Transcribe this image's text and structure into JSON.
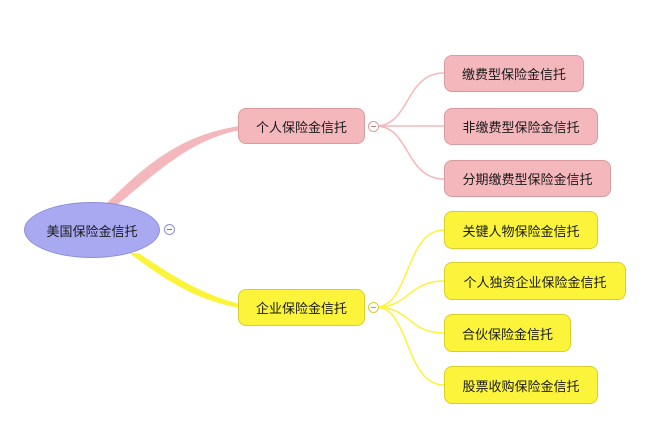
{
  "root": {
    "label": "美国保险金信托",
    "color": "#a9a9f2"
  },
  "branches": [
    {
      "label": "个人保险金信托",
      "color": "#f3b7bc",
      "children": [
        "缴费型保险金信托",
        "非缴费型保险金信托",
        "分期缴费型保险金信托"
      ]
    },
    {
      "label": "企业保险金信托",
      "color": "#fbf43a",
      "children": [
        "关键人物保险金信托",
        "个人独资企业保险金信托",
        "合伙保险金信托",
        "股票收购保险金信托"
      ]
    }
  ],
  "icons": {
    "collapse": "minus-circle-icon"
  }
}
